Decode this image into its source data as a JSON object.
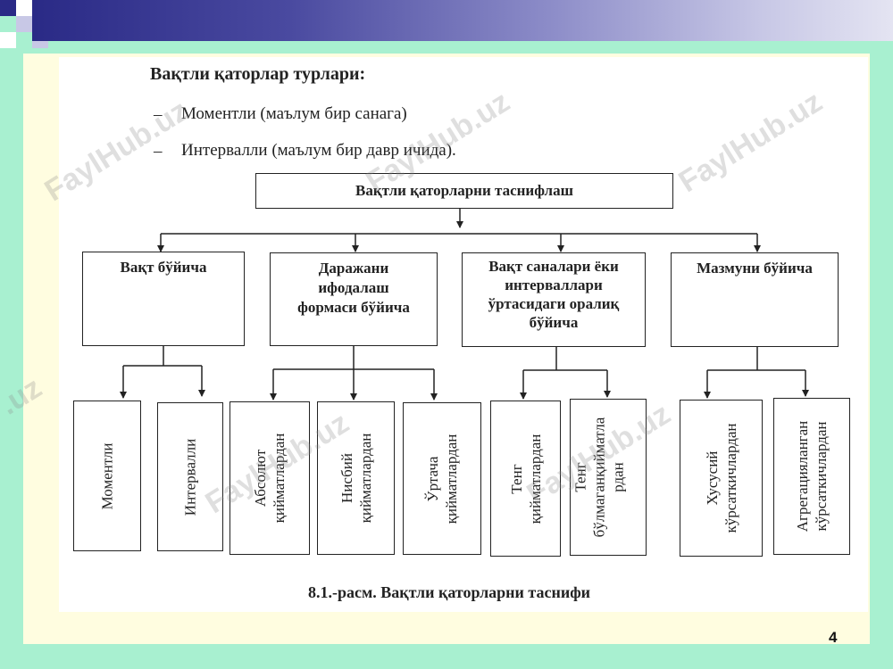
{
  "header": {
    "title": "Вақтли қаторлар турлари:",
    "bullets": [
      {
        "marker": "–",
        "text": "Моментли (маълум бир санага)"
      },
      {
        "marker": "–",
        "text": "Интервалли (маълум бир давр ичида)."
      }
    ]
  },
  "diagram": {
    "root": "Вақтли қаторларни таснифлаш",
    "categories": [
      {
        "lines": [
          "Вақт бўйича"
        ]
      },
      {
        "lines": [
          "Даражани",
          "ифодалаш",
          "формаси бўйича"
        ]
      },
      {
        "lines": [
          "Вақт саналари ёки",
          "интерваллари",
          "ўртасидаги оралиқ",
          "бўйича"
        ]
      },
      {
        "lines": [
          "Мазмуни бўйича"
        ]
      }
    ],
    "leaves": [
      {
        "lines": [
          "Моментли"
        ]
      },
      {
        "lines": [
          "Интервалли"
        ]
      },
      {
        "lines": [
          "Абсолют",
          "қийматлардан"
        ]
      },
      {
        "lines": [
          "Нисбий",
          "қийматлардан"
        ]
      },
      {
        "lines": [
          "Ўртача",
          "қийматлардан"
        ]
      },
      {
        "lines": [
          "Тенг",
          "қийматлардан"
        ]
      },
      {
        "lines": [
          "Тенг",
          "бўлмаганқийматла",
          "рдан"
        ]
      },
      {
        "lines": [
          "Хусусий",
          "кўрсаткичлардан"
        ]
      },
      {
        "lines": [
          "Агрегацияланган",
          "кўрсаткичлардан"
        ]
      }
    ]
  },
  "caption": "8.1.-расм. Вақтли қаторларни таснифи",
  "watermark": "FaylHub.uz",
  "page_number": "4",
  "colors": {
    "background": "#a8f0d0",
    "slide": "#fffde0",
    "bar_dark": "#2a2a86",
    "bar_light": "#e4e4f2",
    "line": "#222222"
  }
}
